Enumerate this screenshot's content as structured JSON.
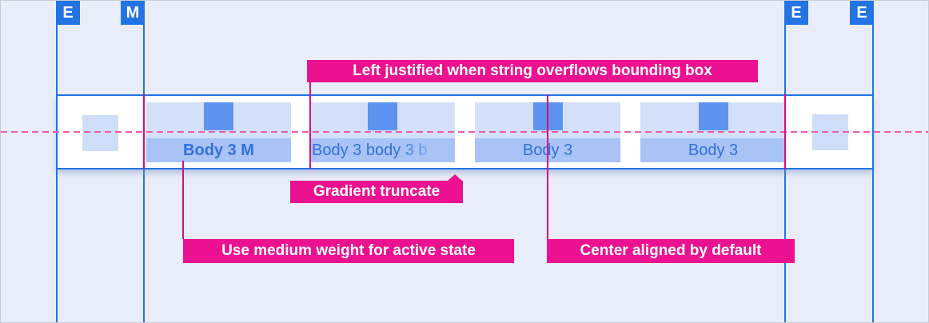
{
  "markers": [
    {
      "label": "E"
    },
    {
      "label": "M"
    },
    {
      "label": "E"
    },
    {
      "label": "E"
    }
  ],
  "tabs": [
    {
      "label": "Body 3 M",
      "weight": "medium",
      "state": "active",
      "align": "center"
    },
    {
      "label": "Body 3 body 3 b",
      "truncation": "gradient",
      "align": "left"
    },
    {
      "label": "Body 3",
      "align": "center"
    },
    {
      "label": "Body 3",
      "align": "center"
    }
  ],
  "annotations": {
    "left_justified": "Left justified when string overflows bounding box",
    "gradient_truncate": "Gradient truncate",
    "medium_weight": "Use medium weight for active state",
    "center_aligned": "Center aligned by default"
  },
  "colors": {
    "background": "#e9edf9",
    "guide_blue": "#2273e3",
    "tab_padding_fill": "#d3e0f8",
    "tab_label_fill": "#a9c3f6",
    "tab_square_fill": "#5e94ef",
    "tab_text_blue": "#2f71de",
    "annotation_magenta": "#eb1190",
    "measure_line_magenta": "#db0c7c",
    "baseline_dash_pink": "#ee5ba6",
    "bar_background": "#ffffff"
  }
}
